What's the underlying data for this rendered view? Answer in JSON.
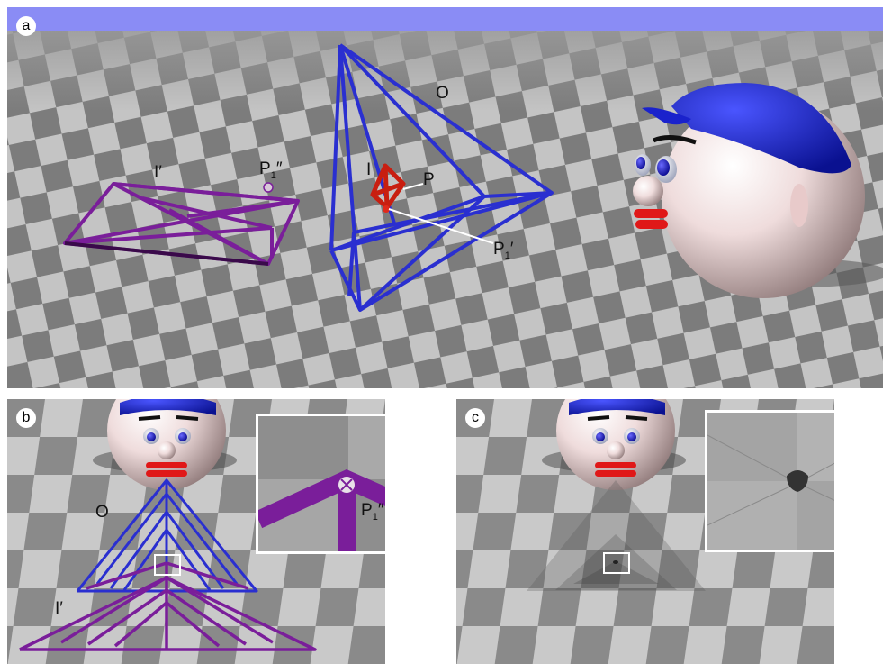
{
  "panels": {
    "a": {
      "badge": "a",
      "labels": {
        "o": "O",
        "i": "I",
        "i_prime": "I′",
        "p": "P",
        "p1_prime_base": "P",
        "p1_prime_sub": "1",
        "p1_prime_mark": "′",
        "p1_dprime_base": "P",
        "p1_dprime_sub": "1",
        "p1_dprime_mark": "″"
      }
    },
    "b": {
      "badge": "b",
      "labels": {
        "o": "O",
        "i_prime": "I′",
        "p1_dprime_base": "P",
        "p1_dprime_sub": "1",
        "p1_dprime_mark": "″"
      }
    },
    "c": {
      "badge": "c"
    }
  },
  "colors": {
    "sky": "#8a8cf5",
    "checker_light": "#c4c4c4",
    "checker_dark": "#7c7c7c",
    "pyramid_o": "#2a2fd0",
    "pyramid_i_prime": "#7a1e9a",
    "pyramid_i": "#c81e10",
    "cap": "#1a22cc",
    "face": "#f0e2e2",
    "lips": "#e01818",
    "eyes": "#1414c8",
    "inset_frame": "#ffffff"
  },
  "icons": [
    "head-figure",
    "inset-magnifier"
  ]
}
